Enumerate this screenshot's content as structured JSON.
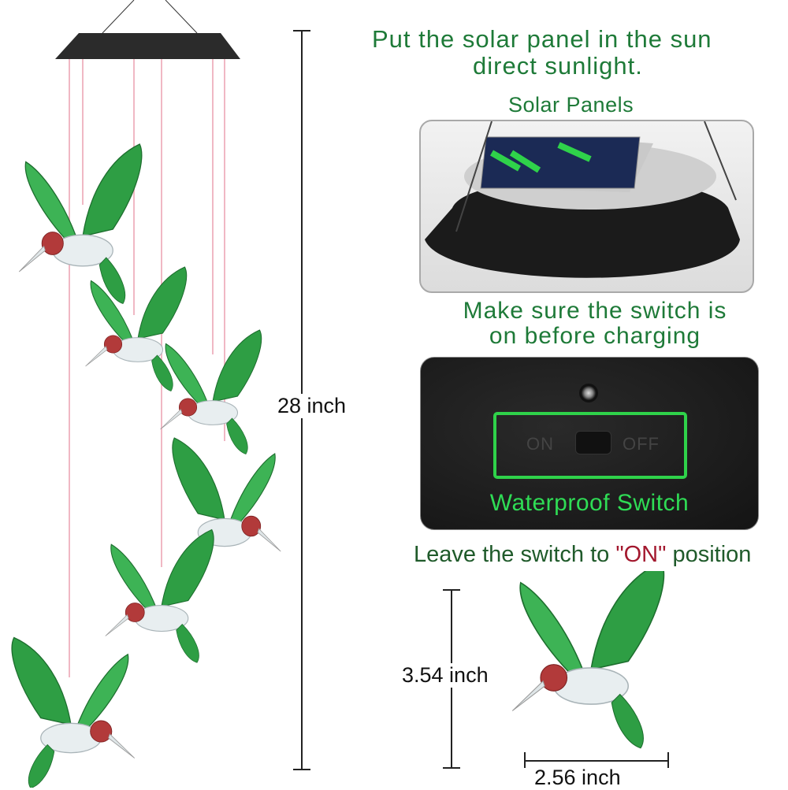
{
  "header": {
    "line1": "Put the solar panel in the sun",
    "line2": "direct sunlight.",
    "solar_label": "Solar Panels"
  },
  "switch_section": {
    "note_line1": "Make sure the switch is",
    "note_line2": "on before charging",
    "on_label": "ON",
    "off_label": "OFF",
    "switch_caption": "Waterproof Switch",
    "instruction_prefix": "Leave the switch to ",
    "instruction_highlight": "\"ON\"",
    "instruction_suffix": " position"
  },
  "dimensions": {
    "total_height": "28 inch",
    "bird_height": "3.54 inch",
    "bird_width": "2.56 inch"
  },
  "colors": {
    "text_green": "#1e7a38",
    "switch_green": "#2fdc55",
    "on_red": "#a3182e",
    "wing_green": "#2e9e44"
  }
}
